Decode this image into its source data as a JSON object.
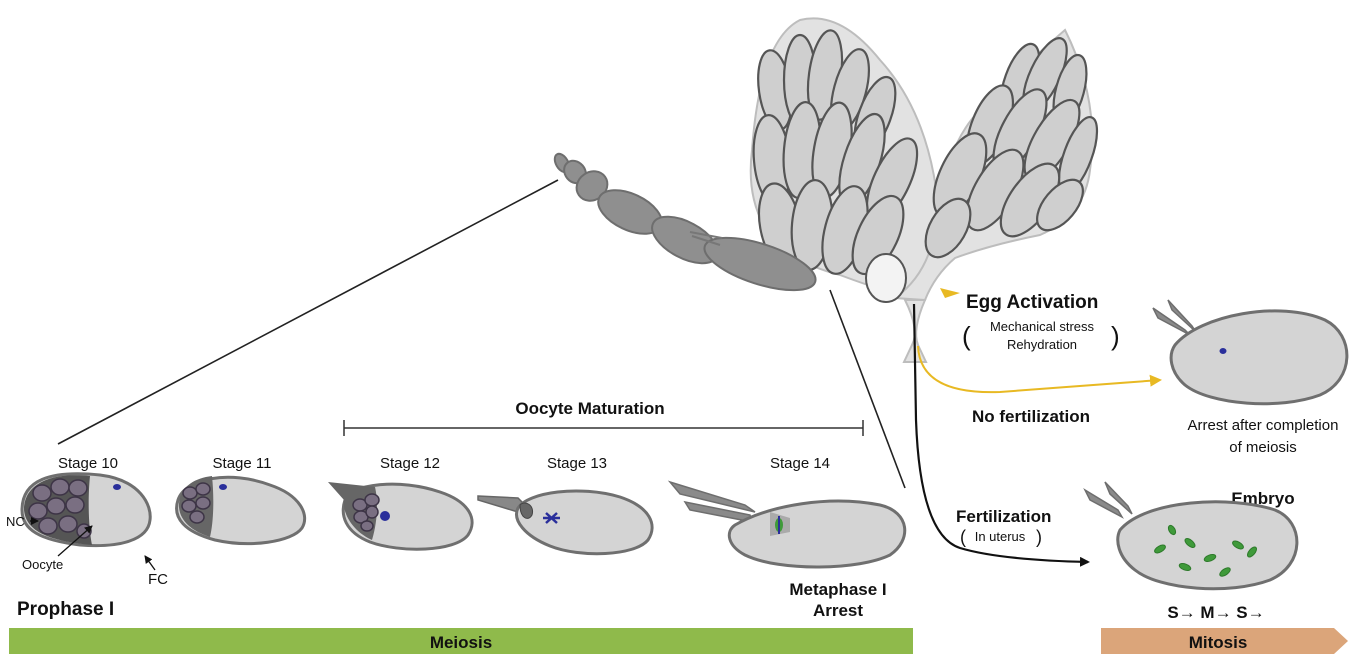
{
  "labels": {
    "nc": "NC",
    "oocyte": "Oocyte",
    "fc": "FC",
    "prophase": "Prophase I",
    "metaphase_line1": "Metaphase I",
    "metaphase_line2": "Arrest",
    "maturation": "Oocyte Maturation"
  },
  "stages": [
    "Stage 10",
    "Stage 11",
    "Stage 12",
    "Stage 13",
    "Stage 14"
  ],
  "activation": {
    "title": "Egg Activation",
    "line1": "Mechanical stress",
    "line2": "Rehydration",
    "paren_open": "(",
    "paren_close": ")"
  },
  "no_fertilization": {
    "label": "No fertilization",
    "result_line1": "Arrest after completion",
    "result_line2": "of meiosis"
  },
  "fertilization": {
    "label": "Fertilization",
    "sub": "In uterus",
    "paren_open": "(",
    "paren_close": ")",
    "result": "Embryo",
    "cycle": "S→ M→ S→"
  },
  "bars": {
    "meiosis": "Meiosis",
    "mitosis": "Mitosis"
  },
  "colors": {
    "meiosis_bar": "#8fba4b",
    "mitosis_bar": "#dba57a",
    "activation_arrow": "#e8b923",
    "nucleus": "#2a2f9b",
    "spindle": "#3f9a3a"
  }
}
